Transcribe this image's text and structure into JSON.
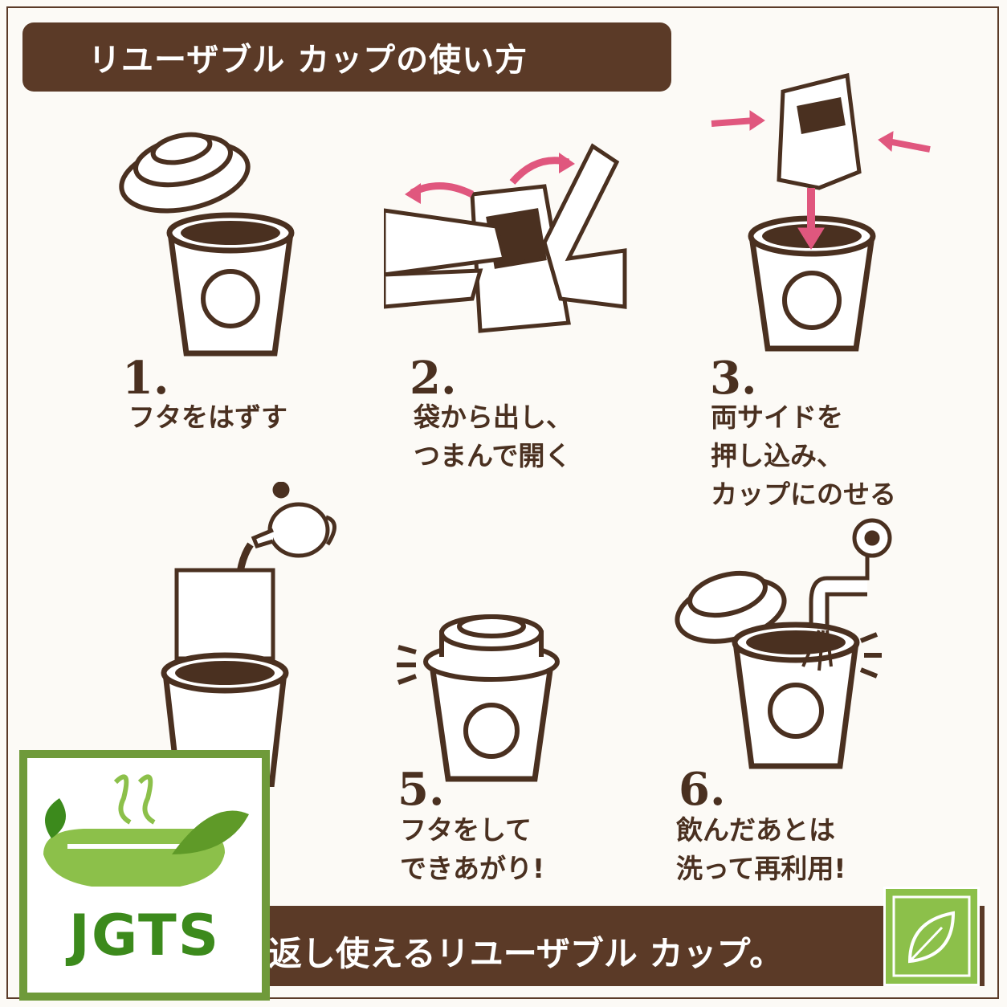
{
  "header": {
    "title": "リユーザブル カップの使い方"
  },
  "steps": [
    {
      "num": "1.",
      "text": "フタをはずす"
    },
    {
      "num": "2.",
      "text": "袋から出し、\nつまんで開く"
    },
    {
      "num": "3.",
      "text": "両サイドを\n押し込み、\nカップにのせる"
    },
    {
      "num": "5.",
      "text": "フタをして\nできあがり!"
    },
    {
      "num": "6.",
      "text": "飲んだあとは\n洗って再利用!"
    }
  ],
  "footer": {
    "text": "返し使えるリユーザブル カップ。"
  },
  "logo": {
    "text": "JGTS"
  },
  "icons": {
    "cup": "reusable-cup-icon",
    "lid": "cup-lid-icon",
    "teapot": "teapot-icon",
    "faucet": "faucet-icon",
    "leaf": "leaf-icon",
    "arrow": "pink-arrow-icon"
  },
  "colors": {
    "brown": "#5b3a27",
    "pink": "#e0577e",
    "green": "#8cc04a",
    "logo_green": "#6f9a3a"
  }
}
